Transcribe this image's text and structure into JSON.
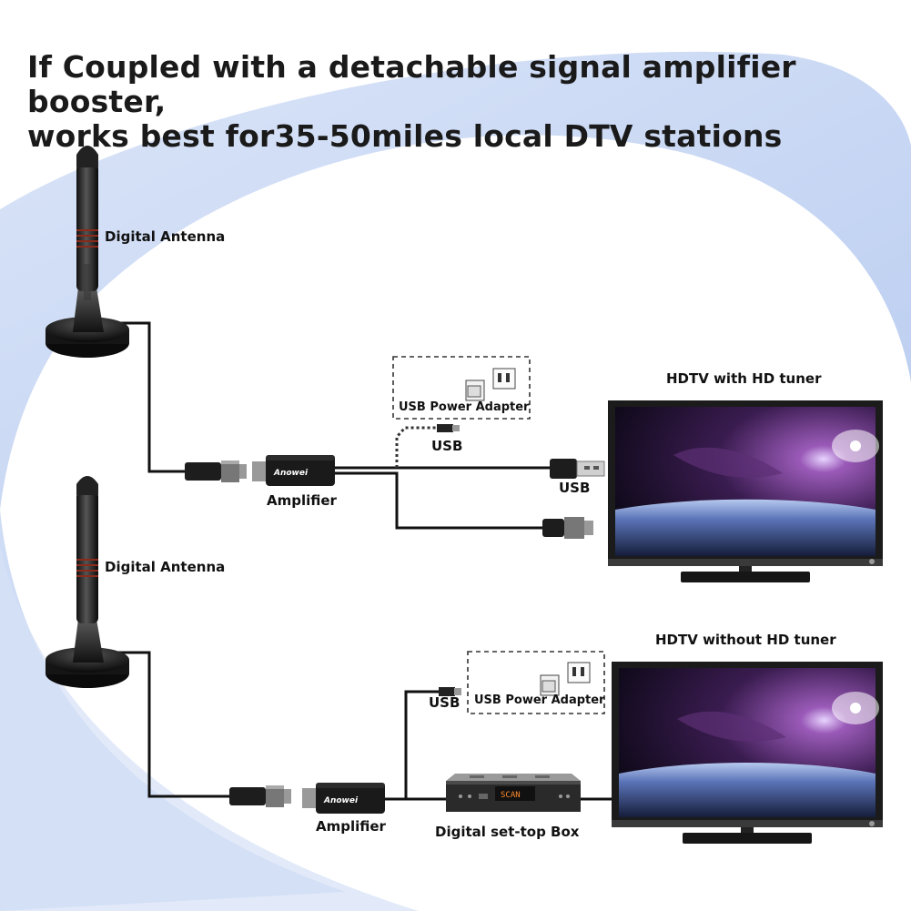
{
  "title_line1": "If Coupled with a detachable signal amplifier booster,",
  "title_line2": "works best for35-50miles local DTV stations",
  "upper": {
    "antenna_label": "Digital  Antenna",
    "amplifier_label": "Amplifier",
    "amplifier_brand": "Anowei",
    "adapter_label": "USB Power Adapter",
    "usb_label_cable": "USB",
    "usb_label_plug": "USB",
    "tv_label": "HDTV with HD tuner"
  },
  "lower": {
    "antenna_label": "Digital  Antenna",
    "amplifier_label": "Amplifier",
    "amplifier_brand": "Anowei",
    "adapter_label": "USB Power Adapter",
    "usb_label": "USB",
    "settop_label": "Digital  set-top Box",
    "settop_display": "SCAN",
    "tv_label": "HDTV without HD tuner"
  },
  "colors": {
    "background_swirl": "#c9d8f4",
    "cable": "#111111",
    "tv_frame": "#1b1b1b"
  }
}
